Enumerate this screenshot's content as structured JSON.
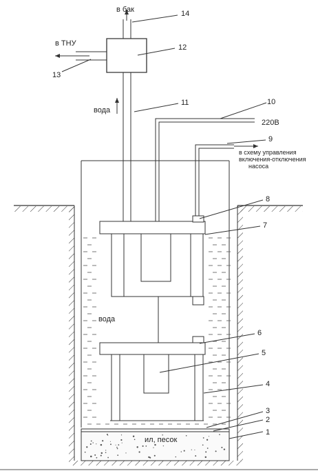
{
  "labels": {
    "to_tank": "в бак",
    "to_heat_pump": "в ТНУ",
    "water_flow": "вода",
    "voltage": "220В",
    "control_line1": "в схему управления",
    "control_line2": "включения-отключения",
    "control_line3": "насоса",
    "water_in_well": "вода",
    "bottom_layer": "ил, песок"
  },
  "callouts": [
    "1",
    "2",
    "3",
    "4",
    "5",
    "6",
    "7",
    "8",
    "9",
    "10",
    "11",
    "12",
    "13",
    "14"
  ]
}
